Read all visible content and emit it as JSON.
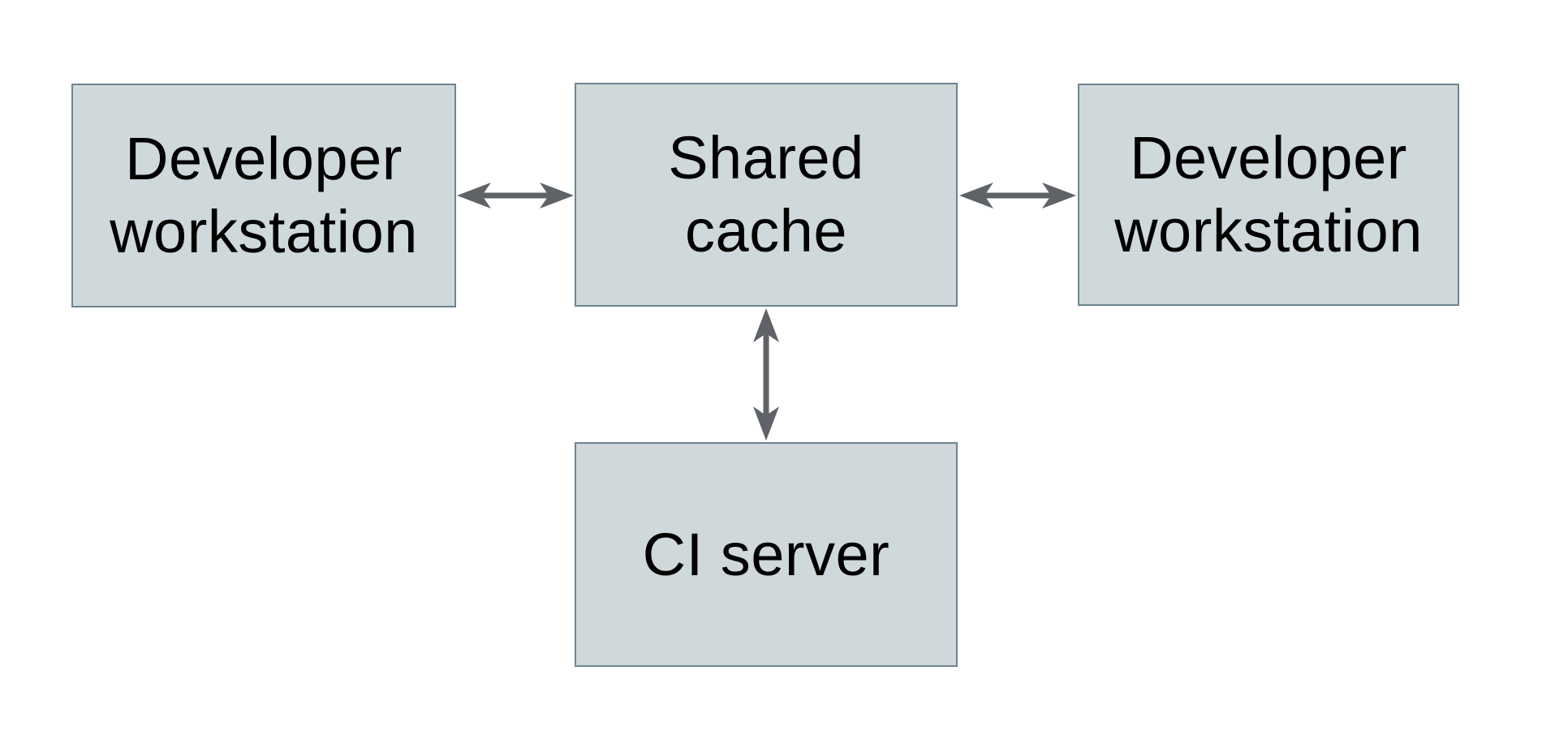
{
  "diagram": {
    "title": "Shared cache architecture diagram",
    "background_color": "#ffffff",
    "colors": {
      "box_fill": "#cfd8da",
      "box_border": "#6e8590",
      "arrow": "#5f6368",
      "text": "#000000"
    },
    "nodes": {
      "dev_left": {
        "label": "Developer\nworkstation"
      },
      "shared_cache": {
        "label": "Shared\ncache"
      },
      "dev_right": {
        "label": "Developer\nworkstation"
      },
      "ci_server": {
        "label": "CI server"
      }
    },
    "connections": [
      {
        "from": "dev_left",
        "to": "shared_cache",
        "type": "bidirectional"
      },
      {
        "from": "shared_cache",
        "to": "dev_right",
        "type": "bidirectional"
      },
      {
        "from": "shared_cache",
        "to": "ci_server",
        "type": "bidirectional"
      }
    ]
  }
}
